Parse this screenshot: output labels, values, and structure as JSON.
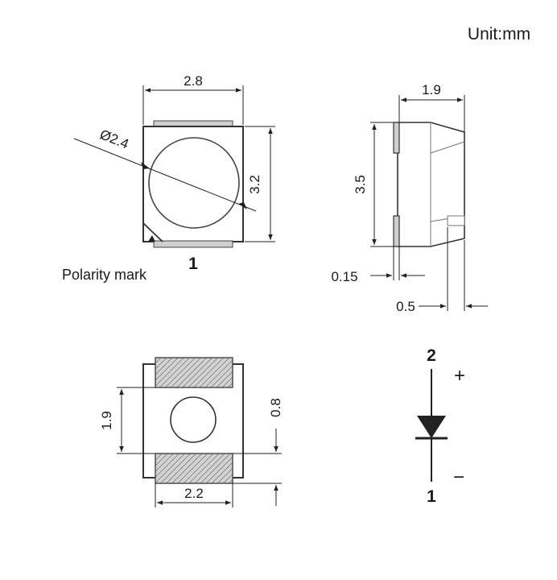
{
  "unit_label": "Unit:mm",
  "top_view": {
    "width_label": "2.8",
    "height_label": "3.2",
    "diameter_label": "Ø2.4",
    "polarity_label": "Polarity mark",
    "pin_label": "1"
  },
  "side_view": {
    "width_label": "1.9",
    "height_label": "3.5",
    "lead_label": "0.15",
    "offset_label": "0.5"
  },
  "bottom_view": {
    "pad_spacing_label": "1.9",
    "pad_height_label": "0.8",
    "pad_width_label": "2.2"
  },
  "symbol": {
    "anode_pin": "2",
    "cathode_pin": "1",
    "plus": "+",
    "minus": "−"
  },
  "colors": {
    "line": "#222222",
    "body_fill": "#ffffff",
    "pad_fill": "#cfcfcf",
    "hatch": "#6d6d6d"
  }
}
